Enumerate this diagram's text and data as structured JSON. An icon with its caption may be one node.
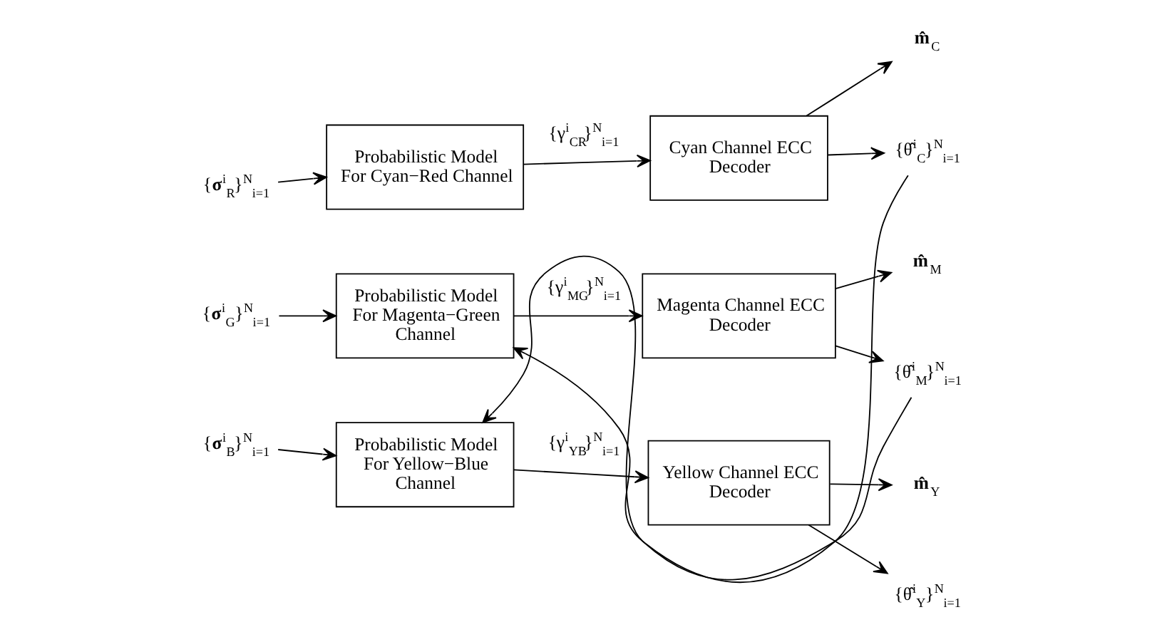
{
  "diagram": {
    "nodes": [
      {
        "text": [
          "{**σ**$^{i}$$_{R}$}$^{N}$$_{i=1}$"
        ]
      },
      {
        "text": [
          "Probabilistic Model For Cyan−Red Channel"
        ]
      },
      {
        "text": [
          "Cyan Channel ECC Decoder"
        ]
      },
      {
        "text": [
          "**m̂**$_{C}$"
        ]
      },
      {
        "text": [
          "{θ̂$^{i}$$_{C}$}$^{N}$$_{i=1}$"
        ]
      },
      {
        "text": [
          "{**σ**$^{i}$$_{G}$}$^{N}$$_{i=1}$"
        ]
      },
      {
        "text": [
          "Probabilistic Model For Magenta−Green Channel"
        ]
      },
      {
        "text": [
          "Magenta Channel ECC Decoder"
        ]
      },
      {
        "text": [
          "**m̂**$_{M}$"
        ]
      },
      {
        "text": [
          "{θ̂$^{i}$$_{M}$}$^{N}$$_{i=1}$"
        ]
      },
      {
        "text": [
          "{**σ**$^{i}$$_{B}$}$^{N}$$_{i=1}$"
        ]
      },
      {
        "text": [
          "Probabilistic Model For Yellow−Blue Channel"
        ]
      },
      {
        "text": [
          "Yellow Channel ECC Decoder"
        ]
      },
      {
        "text": [
          "**m̂**$_{Y}$"
        ]
      },
      {
        "text": [
          "{θ̂$^{i}$$_{Y}$}$^{N}$$_{i=1}$"
        ]
      }
    ],
    "edges": [
      {
        "from": 0,
        "to": 1,
        "arrow": "to"
      },
      {
        "from": 1,
        "to": 2,
        "arrow": "to",
        "label": "{γ$^{i}$$_{CR}$}$^{N}$$_{i=1}$"
      },
      {
        "from": 2,
        "to": 3,
        "arrow": "to"
      },
      {
        "from": 2,
        "to": 4,
        "arrow": "to"
      },
      {
        "from": 4,
        "to": 6,
        "arrow": "to"
      },
      {
        "from": 5,
        "to": 6,
        "arrow": "to"
      },
      {
        "from": 6,
        "to": 7,
        "arrow": "to",
        "label": "{γ$^{i}$$_{MG}$}$^{N}$$_{i=1}$"
      },
      {
        "from": 7,
        "to": 8,
        "arrow": "to"
      },
      {
        "from": 7,
        "to": 9,
        "arrow": "to"
      },
      {
        "from": 9,
        "to": 11,
        "arrow": "to"
      },
      {
        "from": 10,
        "to": 11,
        "arrow": "to"
      },
      {
        "from": 11,
        "to": 12,
        "arrow": "to",
        "label": "{γ$^{i}$$_{YB}$}$^{N}$$_{i=1}$"
      },
      {
        "from": 12,
        "to": 13,
        "arrow": "to"
      },
      {
        "from": 12,
        "to": 14,
        "arrow": "to"
      }
    ]
  }
}
